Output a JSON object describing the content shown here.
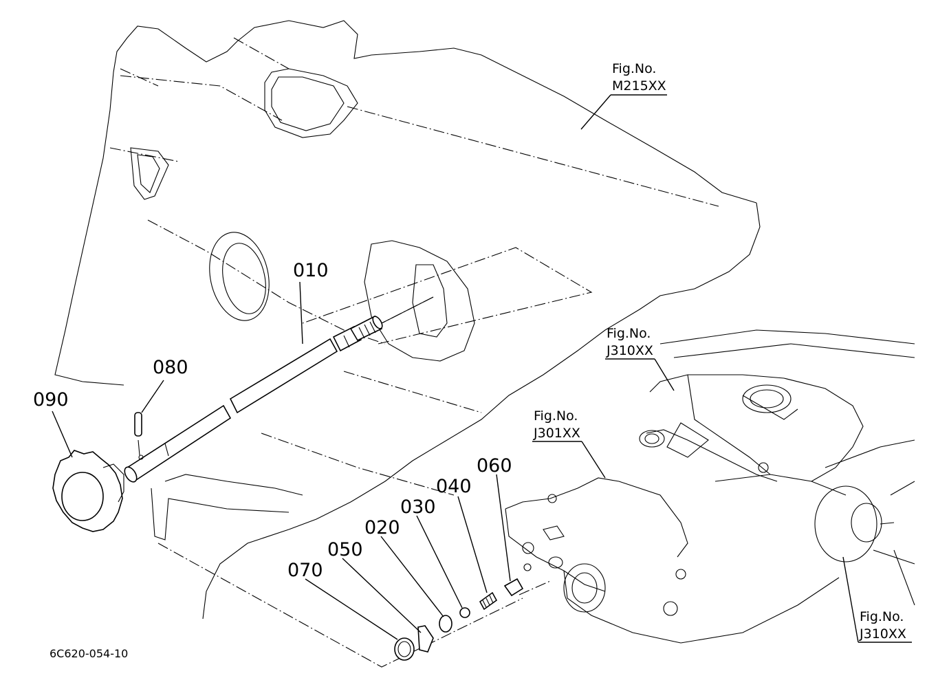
{
  "part_labels": {
    "p010": "010",
    "p080": "080",
    "p090": "090",
    "p060": "060",
    "p040": "040",
    "p030": "030",
    "p020": "020",
    "p050": "050",
    "p070": "070"
  },
  "figure_refs": {
    "top": {
      "line1": "Fig.No.",
      "line2": "M215XX"
    },
    "mid_right": {
      "line1": "Fig.No.",
      "line2": "J310XX"
    },
    "center": {
      "line1": "Fig.No.",
      "line2": "J301XX"
    },
    "bottom_right": {
      "line1": "Fig.No.",
      "line2": "J310XX"
    }
  },
  "drawing_code": "6C620-054-10"
}
